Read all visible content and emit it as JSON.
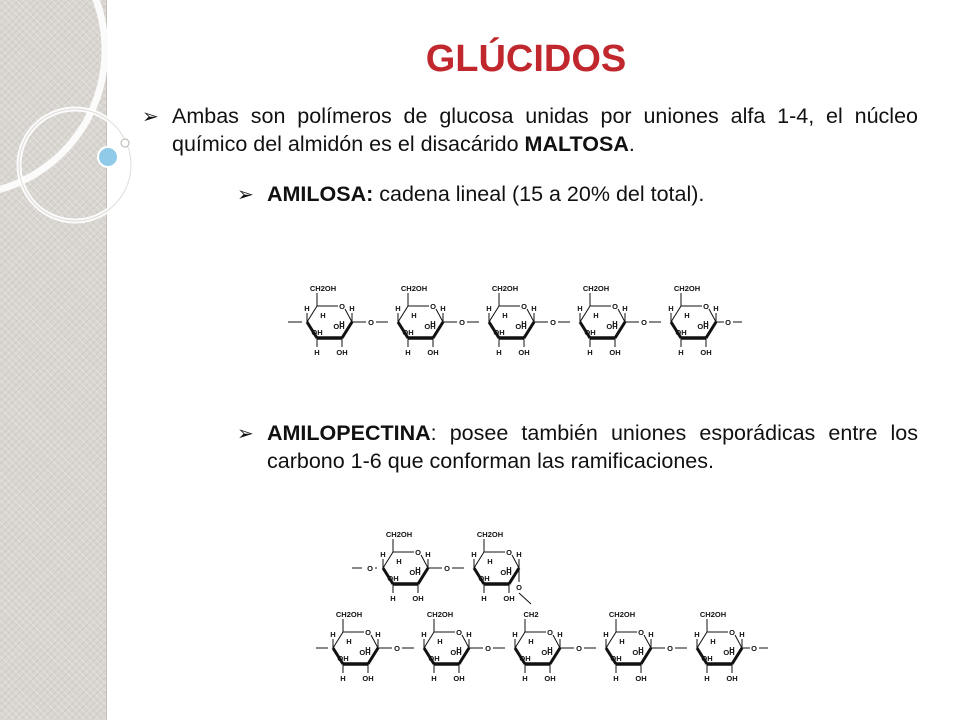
{
  "slide": {
    "title": "GLÚCIDOS",
    "bullets": [
      {
        "lead": "Ambas son polímeros de glucosa unidas por uniones alfa 1-4, el núcleo químico del almidón es el disacárido ",
        "strong": "MALTOSA",
        "tail": "."
      },
      {
        "strong": "AMILOSA:",
        "tail": " cadena lineal (15 a 20% del total)."
      },
      {
        "strong": "AMILOPECTINA",
        "tail": ": posee también uniones esporádicas entre los carbono 1-6 que conforman las ramificaciones."
      }
    ]
  },
  "glucose_labels": {
    "ch2oh": "CH2OH",
    "ch2": "CH2",
    "h": "H",
    "oh": "OH",
    "o": "O"
  },
  "amylose": {
    "units": 5
  },
  "amylopectin": {
    "branch_units": 2,
    "main_units": 5,
    "branch_point_index": 2
  },
  "colors": {
    "title": "#c0282e",
    "text": "#111111",
    "band": "#d9d6d1",
    "accent": "#8fcbe8"
  }
}
